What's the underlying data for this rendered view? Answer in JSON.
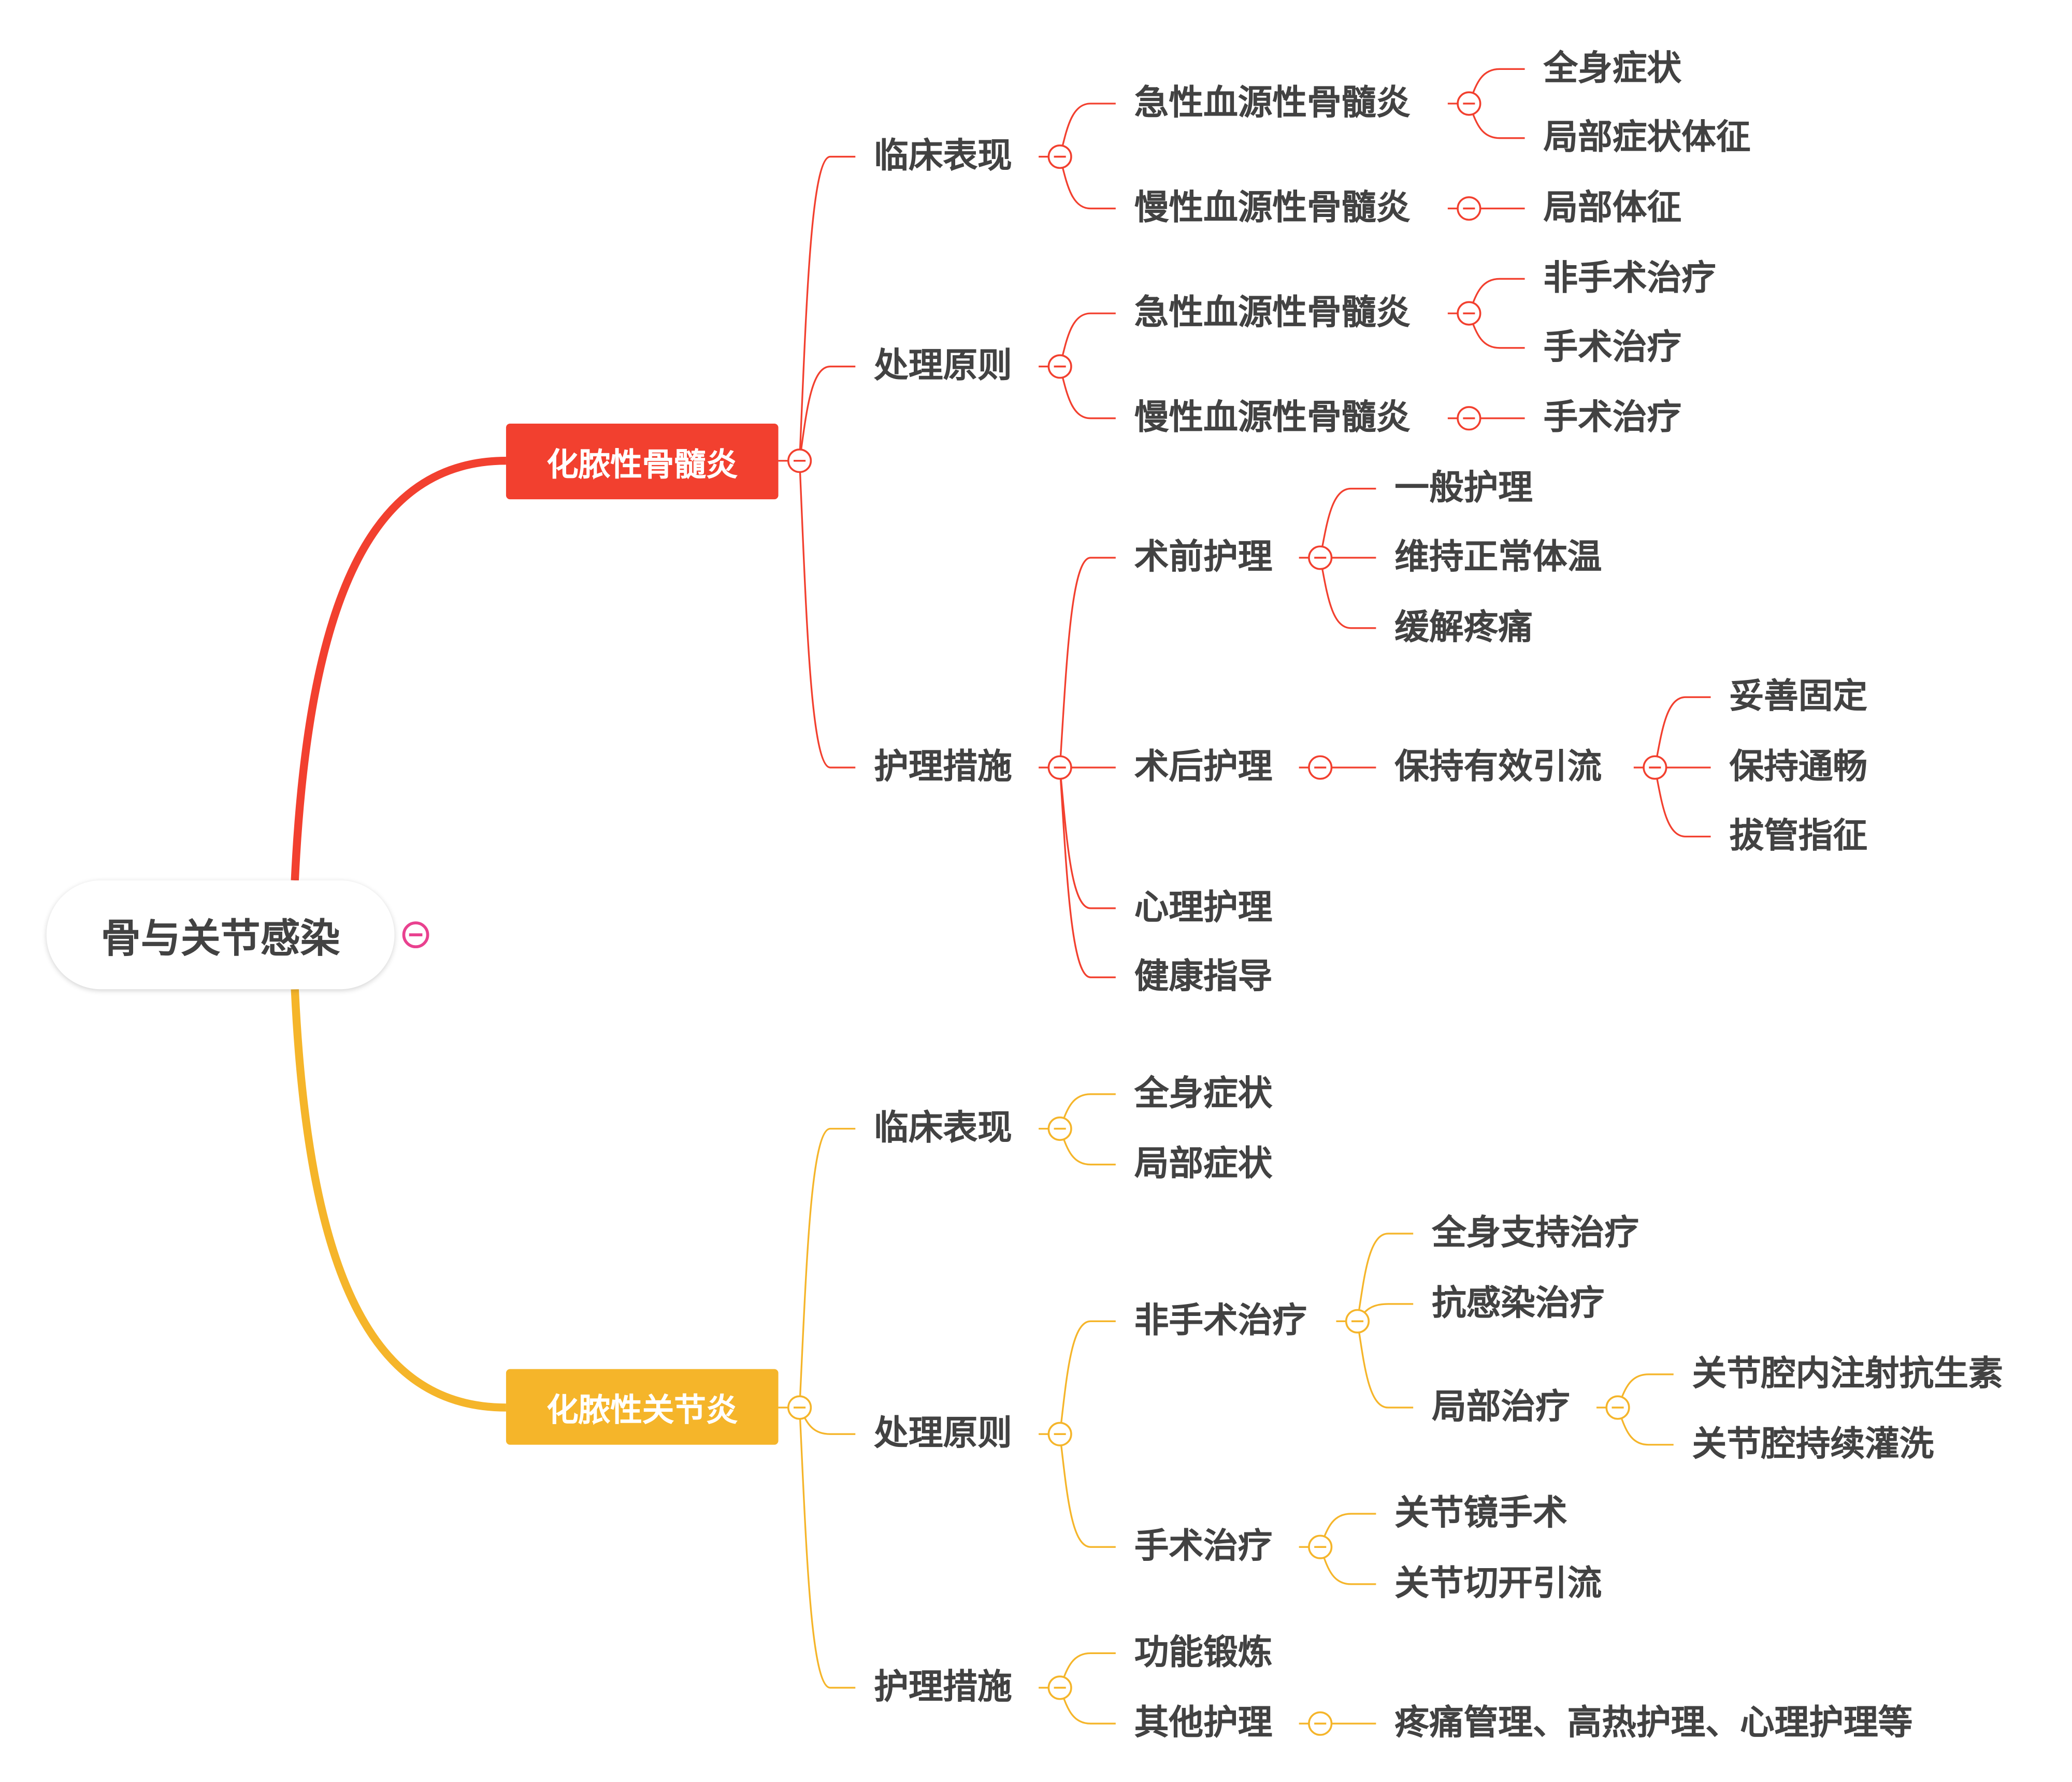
{
  "root": {
    "label": "骨与关节感染",
    "collapse_color": "#e9418f"
  },
  "text_color": "#424242",
  "branches": [
    {
      "label": "化脓性骨髓炎",
      "color": "#f2402f",
      "children": [
        {
          "label": "临床表现",
          "children": [
            {
              "label": "急性血源性骨髓炎",
              "children": [
                {
                  "label": "全身症状"
                },
                {
                  "label": "局部症状体征"
                }
              ]
            },
            {
              "label": "慢性血源性骨髓炎",
              "children": [
                {
                  "label": "局部体征"
                }
              ]
            }
          ]
        },
        {
          "label": "处理原则",
          "children": [
            {
              "label": "急性血源性骨髓炎",
              "children": [
                {
                  "label": "非手术治疗"
                },
                {
                  "label": "手术治疗"
                }
              ]
            },
            {
              "label": "慢性血源性骨髓炎",
              "children": [
                {
                  "label": "手术治疗"
                }
              ]
            }
          ]
        },
        {
          "label": "护理措施",
          "children": [
            {
              "label": "术前护理",
              "children": [
                {
                  "label": "一般护理"
                },
                {
                  "label": "维持正常体温"
                },
                {
                  "label": "缓解疼痛"
                }
              ]
            },
            {
              "label": "术后护理",
              "children": [
                {
                  "label": "保持有效引流",
                  "children": [
                    {
                      "label": "妥善固定"
                    },
                    {
                      "label": "保持通畅"
                    },
                    {
                      "label": "拔管指征"
                    }
                  ]
                }
              ]
            },
            {
              "label": "心理护理"
            },
            {
              "label": "健康指导"
            }
          ]
        }
      ]
    },
    {
      "label": "化脓性关节炎",
      "color": "#f5b52a",
      "children": [
        {
          "label": "临床表现",
          "children": [
            {
              "label": "全身症状"
            },
            {
              "label": "局部症状"
            }
          ]
        },
        {
          "label": "处理原则",
          "children": [
            {
              "label": "非手术治疗",
              "children": [
                {
                  "label": "全身支持治疗"
                },
                {
                  "label": "抗感染治疗"
                },
                {
                  "label": "局部治疗",
                  "children": [
                    {
                      "label": "关节腔内注射抗生素"
                    },
                    {
                      "label": "关节腔持续灌洗"
                    }
                  ]
                }
              ]
            },
            {
              "label": "手术治疗",
              "children": [
                {
                  "label": "关节镜手术"
                },
                {
                  "label": "关节切开引流"
                }
              ]
            }
          ]
        },
        {
          "label": "护理措施",
          "children": [
            {
              "label": "功能锻炼"
            },
            {
              "label": "其他护理",
              "children": [
                {
                  "label": "疼痛管理、高热护理、心理护理等"
                }
              ]
            }
          ]
        }
      ]
    }
  ]
}
